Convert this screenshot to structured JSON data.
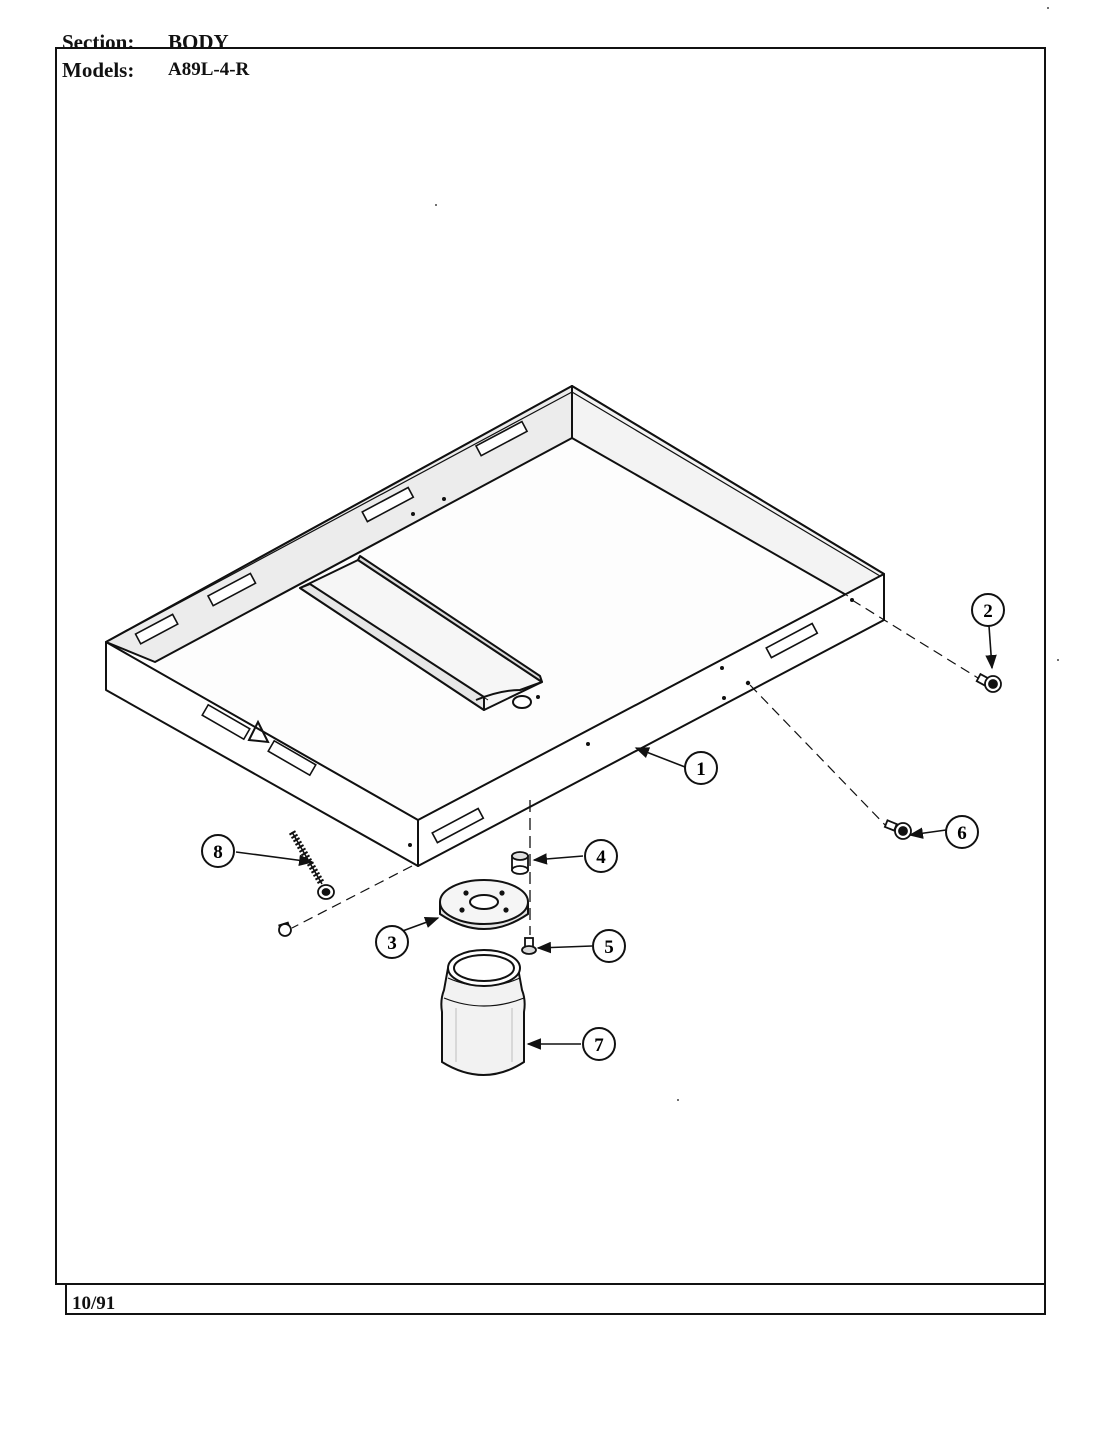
{
  "header": {
    "section_label": "Section:",
    "section_value": "BODY",
    "models_label": "Models:",
    "models_value": "A89L-4-R"
  },
  "footer": {
    "date": "10/91"
  },
  "callouts": [
    {
      "id": "1",
      "label": "1"
    },
    {
      "id": "2",
      "label": "2"
    },
    {
      "id": "3",
      "label": "3"
    },
    {
      "id": "4",
      "label": "4"
    },
    {
      "id": "5",
      "label": "5"
    },
    {
      "id": "6",
      "label": "6"
    },
    {
      "id": "7",
      "label": "7"
    },
    {
      "id": "8",
      "label": "8"
    }
  ],
  "colors": {
    "ink": "#111111",
    "paper": "#ffffff",
    "shade": "#cfcfcf"
  }
}
